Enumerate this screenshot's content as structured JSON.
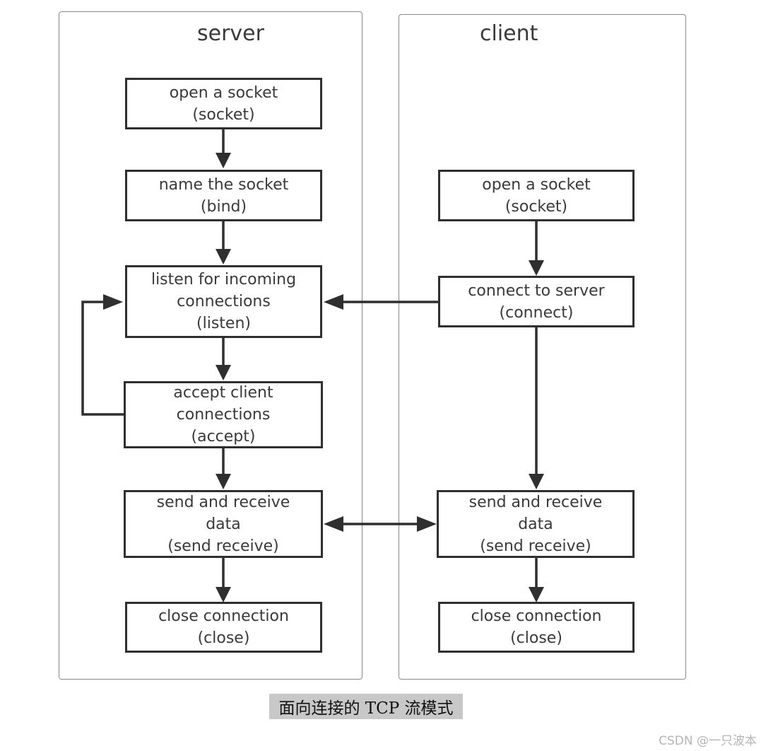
{
  "lanes": {
    "server": "server",
    "client": "client"
  },
  "server_nodes": [
    {
      "line1": "open a socket",
      "line2": "(socket)",
      "line3": ""
    },
    {
      "line1": "name the socket",
      "line2": "(bind)",
      "line3": ""
    },
    {
      "line1": "listen for incoming",
      "line2": "connections",
      "line3": "(listen)"
    },
    {
      "line1": "accept client",
      "line2": "connections",
      "line3": "(accept)"
    },
    {
      "line1": "send and receive",
      "line2": "data",
      "line3": "(send receive)"
    },
    {
      "line1": "close connection",
      "line2": "(close)",
      "line3": ""
    }
  ],
  "client_nodes": [
    {
      "line1": "open a socket",
      "line2": "(socket)",
      "line3": ""
    },
    {
      "line1": "connect to server",
      "line2": "(connect)",
      "line3": ""
    },
    {
      "line1": "send and receive",
      "line2": "data",
      "line3": "(send receive)"
    },
    {
      "line1": "close connection",
      "line2": "(close)",
      "line3": ""
    }
  ],
  "caption": "面向连接的 TCP 流模式",
  "watermark": "CSDN @一只波本"
}
